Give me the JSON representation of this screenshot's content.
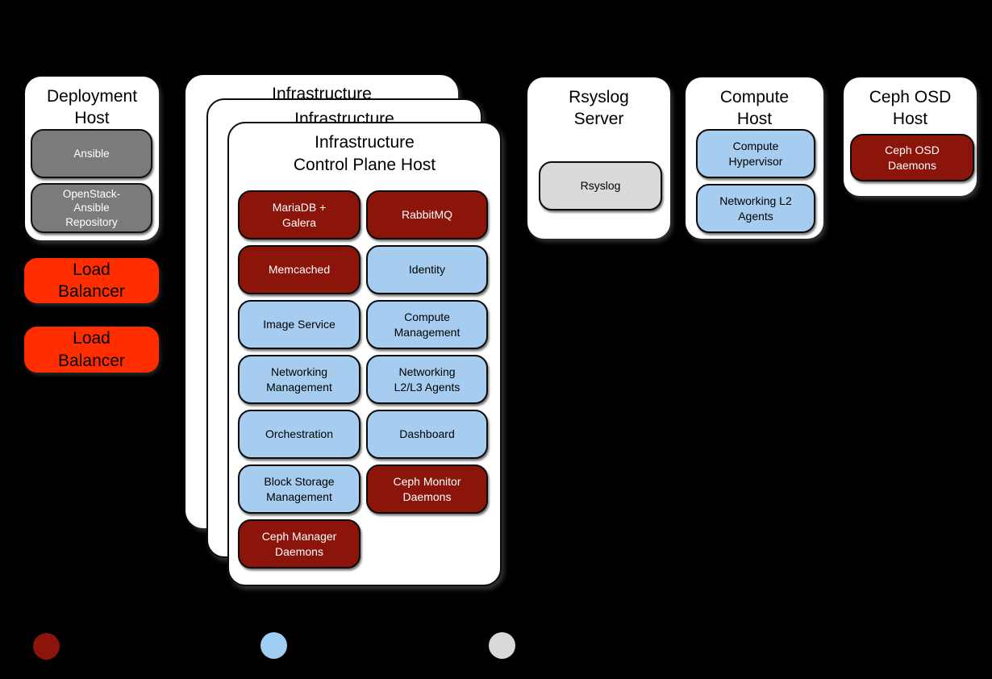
{
  "colors": {
    "background": "#000000",
    "container": "#FFFFFF",
    "maroon": "#8C150B",
    "blue": "#A6CDEF",
    "gray_dark": "#7B7B7B",
    "gray_light": "#D9D9D9",
    "red": "#FF2D00",
    "border": "#0B0B0B"
  },
  "deployment_host": {
    "title": "Deployment Host",
    "services": [
      {
        "label": "Ansible",
        "color": "gray_dark"
      },
      {
        "label": "OpenStack-Ansible Repository",
        "color": "gray_dark"
      }
    ]
  },
  "load_balancers": [
    {
      "label": "Load Balancer",
      "color": "red"
    },
    {
      "label": "Load Balancer",
      "color": "red"
    }
  ],
  "control_plane": {
    "title_line1": "Infrastructure",
    "title_line2": "Control Plane Host",
    "stacked_layers": 3,
    "services_left": [
      {
        "label": "MariaDB + Galera",
        "color": "maroon"
      },
      {
        "label": "Memcached",
        "color": "maroon"
      },
      {
        "label": "Image Service",
        "color": "blue"
      },
      {
        "label": "Networking Management",
        "color": "blue"
      },
      {
        "label": "Orchestration",
        "color": "blue"
      },
      {
        "label": "Block Storage Management",
        "color": "blue"
      },
      {
        "label": "Ceph Manager Daemons",
        "color": "maroon"
      }
    ],
    "services_right": [
      {
        "label": "RabbitMQ",
        "color": "maroon"
      },
      {
        "label": "Identity",
        "color": "blue"
      },
      {
        "label": "Compute Management",
        "color": "blue"
      },
      {
        "label": "Networking L2/L3 Agents",
        "color": "blue"
      },
      {
        "label": "Dashboard",
        "color": "blue"
      },
      {
        "label": "Ceph Monitor Daemons",
        "color": "maroon"
      }
    ]
  },
  "rsyslog_server": {
    "title": "Rsyslog Server",
    "services": [
      {
        "label": "Rsyslog",
        "color": "gray_light"
      }
    ]
  },
  "compute_host": {
    "title": "Compute Host",
    "services": [
      {
        "label": "Compute Hypervisor",
        "color": "blue"
      },
      {
        "label": "Networking L2 Agents",
        "color": "blue"
      }
    ]
  },
  "ceph_osd_host": {
    "title": "Ceph OSD Host",
    "services": [
      {
        "label": "Ceph OSD Daemons",
        "color": "maroon"
      }
    ]
  },
  "legend": {
    "dots": [
      {
        "color": "#8C150B"
      },
      {
        "color": "#A0CEF2"
      },
      {
        "color": "#D9D9D9"
      }
    ]
  }
}
